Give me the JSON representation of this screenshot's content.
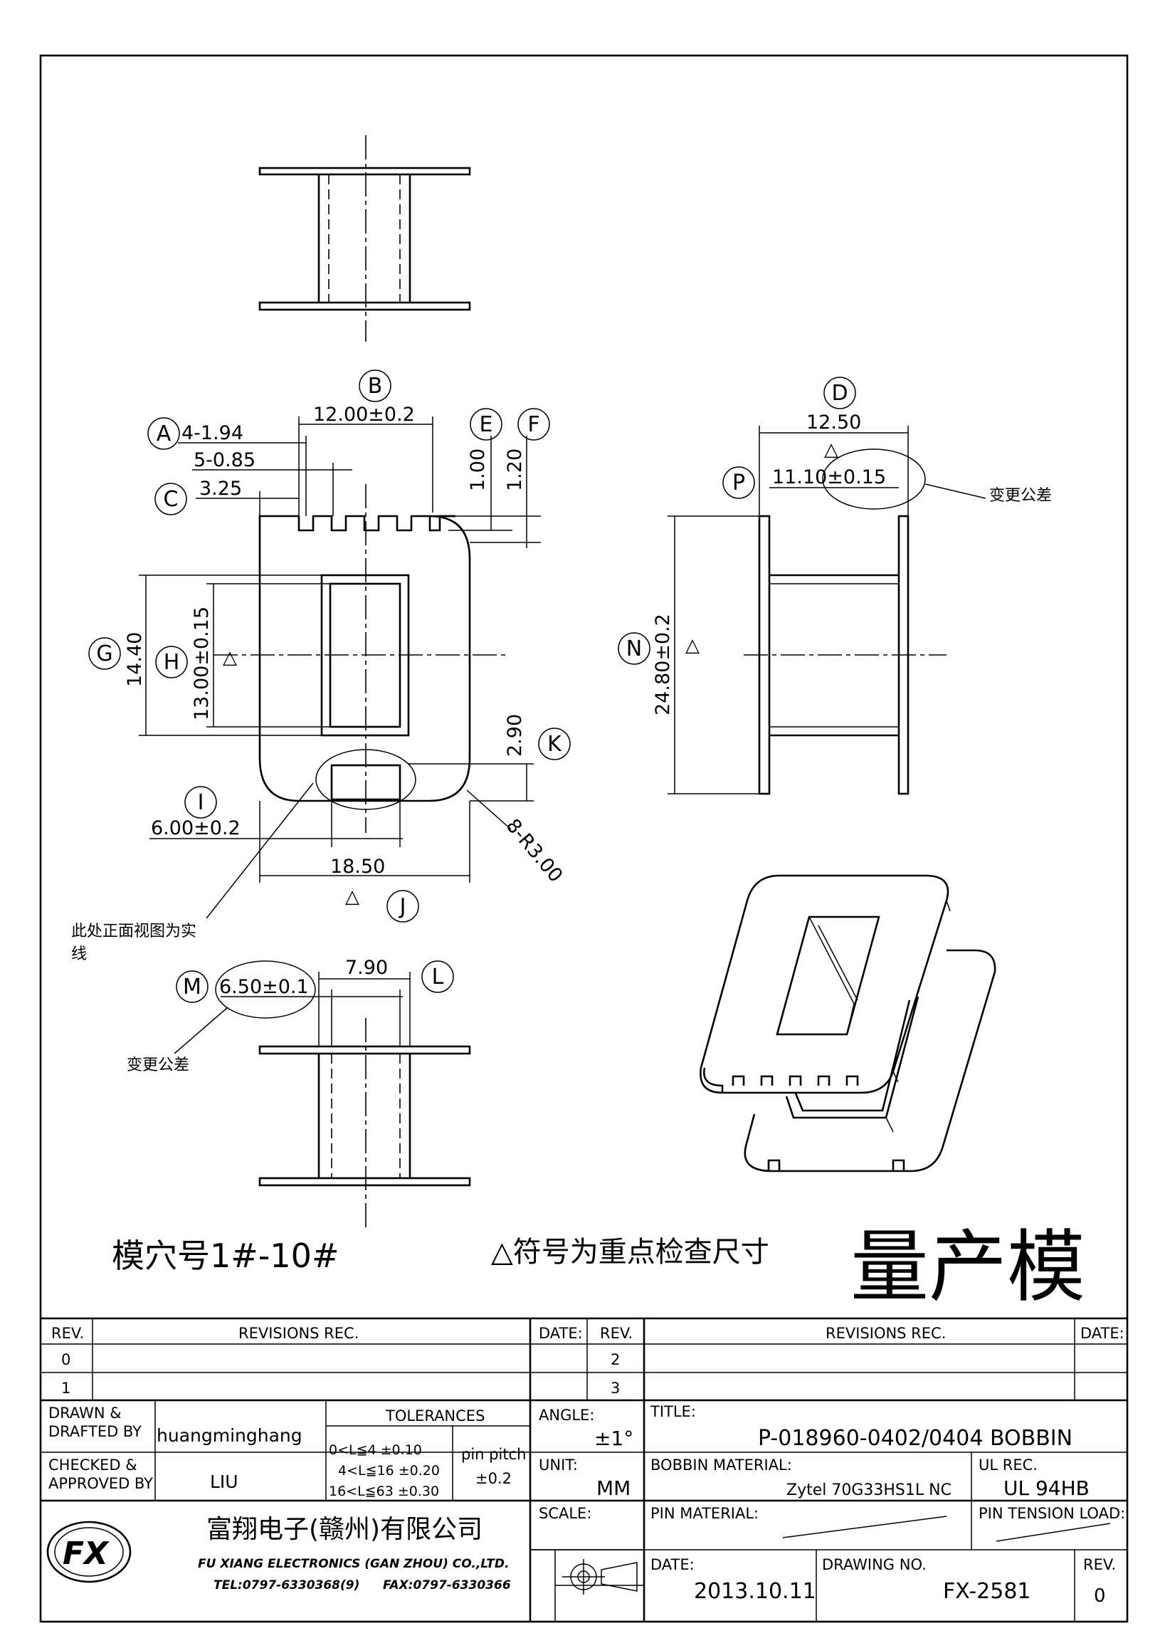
{
  "dimensions": {
    "A": "4-1.94",
    "A2": "5-0.85",
    "B": "12.00±0.2",
    "C": "3.25",
    "D": "12.50",
    "E": "1.00",
    "F": "1.20",
    "P": "11.10±0.15",
    "G": "14.40",
    "H": "13.00±0.15",
    "K": "2.90",
    "I": "6.00±0.2",
    "J": "18.50",
    "R": "8-R3.00",
    "N": "24.80±0.2",
    "L": "7.90",
    "M": "6.50±0.1"
  },
  "balloons": [
    "A",
    "B",
    "C",
    "D",
    "E",
    "F",
    "G",
    "H",
    "I",
    "J",
    "K",
    "L",
    "M",
    "N",
    "P"
  ],
  "notes": {
    "change_tol_1": "变更公差",
    "front_view_solid": "此处正面视图为实线",
    "change_tol_2": "变更公差",
    "cavity": "模穴号1#-10#",
    "key_check": "△符号为重点检查尺寸",
    "mass_production": "量产模"
  },
  "title_block": {
    "rev_header": "REV.",
    "revisions_header": "REVISIONS   REC.",
    "date_header": "DATE:",
    "rev_header2": "REV.",
    "revisions_header2": "REVISIONS   REC.",
    "date_header2": "DATE:",
    "rev_rows": [
      "0",
      "1"
    ],
    "rev_rows2": [
      "2",
      "3"
    ],
    "drawn_label": "DRAWN  &\nDRAFTED  BY",
    "drawn_by": "huangminghang",
    "checked_label": "CHECKED  &\nAPPROVED  BY",
    "checked_by": "LIU",
    "tolerances_label": "TOLERANCES",
    "tol_rows": [
      "0<L≦4    ±0.10",
      "4<L≦16  ±0.20",
      "16<L≦63  ±0.30"
    ],
    "pin_pitch_label": "pin  pitch",
    "pin_pitch_value": "±0.2",
    "angle_label": "ANGLE:",
    "angle_value": "±1°",
    "unit_label": "UNIT:",
    "unit_value": "MM",
    "scale_label": "SCALE:",
    "title_label": "TITLE:",
    "title_value": "P-018960-0402/0404  BOBBIN",
    "bobbin_material_label": "BOBBIN  MATERIAL:",
    "bobbin_material_value": "Zytel  70G33HS1L  NC",
    "ul_label": "UL  REC.",
    "ul_value": "UL  94HB",
    "pin_material_label": "PIN  MATERIAL:",
    "pin_tension_label": "PIN  TENSION  LOAD:",
    "date_label": "DATE:",
    "date_value": "2013.10.11",
    "drawing_no_label": "DRAWING  NO.",
    "drawing_no_value": "FX-2581",
    "rev_label": "REV.",
    "rev_value": "0",
    "company_cn": "富翔电子(赣州)有限公司",
    "company_en": "FU XIANG ELECTRONICS (GAN ZHOU) CO.,LTD.",
    "tel": "TEL:0797-6330368(9)",
    "fax": "FAX:0797-6330366",
    "logo_text": "FX"
  }
}
